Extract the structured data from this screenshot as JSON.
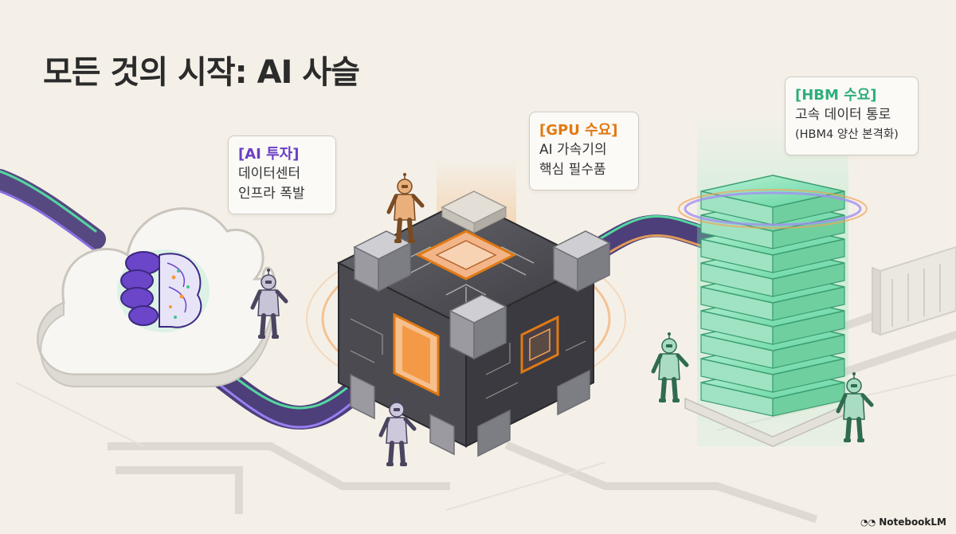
{
  "title": "모든 것의 시작: AI 사슬",
  "callouts": {
    "ai": {
      "title": "[AI 투자]",
      "lines": [
        "데이터센터",
        "인프라 폭발"
      ]
    },
    "gpu": {
      "title": "[GPU 수요]",
      "lines": [
        "AI 가속기의",
        "핵심 필수품"
      ]
    },
    "hbm": {
      "title": "[HBM 수요]",
      "lines": [
        "고속 데이터 통로",
        "(HBM4 양산 본격화)"
      ]
    }
  },
  "watermark": {
    "icon": "notebooklm-logo-icon",
    "text": "NotebookLM"
  },
  "colors": {
    "background": "#f4f0e8",
    "ai_accent": "#6a3fc4",
    "gpu_accent": "#e07a14",
    "hbm_accent": "#2fae7a",
    "stream_green": "#55d6a0",
    "stream_purple": "#3a2b6e"
  },
  "icons": [
    "cloud-icon",
    "brain-icon",
    "gpu-chip-icon",
    "hbm-stack-icon",
    "worker-figure-icon",
    "server-rack-icon"
  ]
}
